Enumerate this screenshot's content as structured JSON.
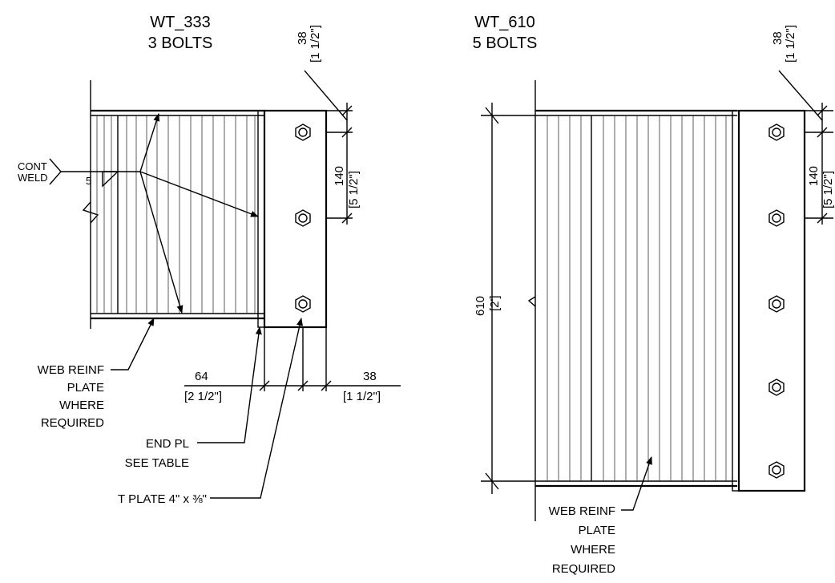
{
  "left": {
    "title": "WT_333",
    "subtitle": "3 BOLTS",
    "dim_top_a": "38",
    "dim_top_b": "[1 1/2\"]",
    "dim_spacing_a": "140",
    "dim_spacing_b": "[5 1/2\"]",
    "dim_64_a": "64",
    "dim_64_b": "[2 1/2\"]",
    "dim_38_a": "38",
    "dim_38_b": "[1 1/2\"]",
    "weld_l1": "CONT",
    "weld_l2": "WELD",
    "weld_size": "5",
    "web_l1": "WEB REINF",
    "web_l2": "PLATE",
    "web_l3": "WHERE",
    "web_l4": "REQUIRED",
    "end_l1": "END PL",
    "end_l2": "SEE TABLE",
    "tplate": "T PLATE 4\" x ⅜\""
  },
  "right": {
    "title": "WT_610",
    "subtitle": "5 BOLTS",
    "dim_top_a": "38",
    "dim_top_b": "[1 1/2\"]",
    "dim_spacing_a": "140",
    "dim_spacing_b": "[5 1/2\"]",
    "dim_height_a": "610",
    "dim_height_b": "[2']",
    "web_l1": "WEB REINF",
    "web_l2": "PLATE",
    "web_l3": "WHERE",
    "web_l4": "REQUIRED"
  }
}
